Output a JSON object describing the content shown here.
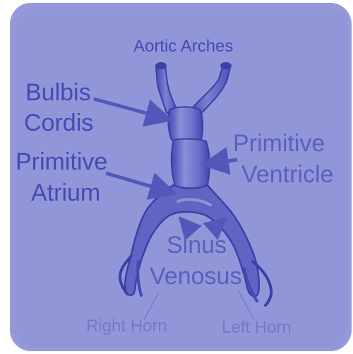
{
  "colors": {
    "background": "#9196d8",
    "heart_tube": "#5a5ec0",
    "heart_shadow": "#3c3fa8",
    "label_dark": "#4649b4",
    "label_faint": "#7478c6"
  },
  "labels": {
    "aortic_arches": "Aortic Arches",
    "bulbis_cordis_line1": "Bulbis",
    "bulbis_cordis_line2": "Cordis",
    "primitive_atrium_line1": "Primitive",
    "primitive_atrium_line2": "Atrium",
    "primitive_ventricle_line1": "Primitive",
    "primitive_ventricle_line2": "Ventricle",
    "sinus_venosus_line1": "Sinus",
    "sinus_venosus_line2": "Venosus",
    "right_horn": "Right Horn",
    "left_horn": "Left Horn"
  }
}
